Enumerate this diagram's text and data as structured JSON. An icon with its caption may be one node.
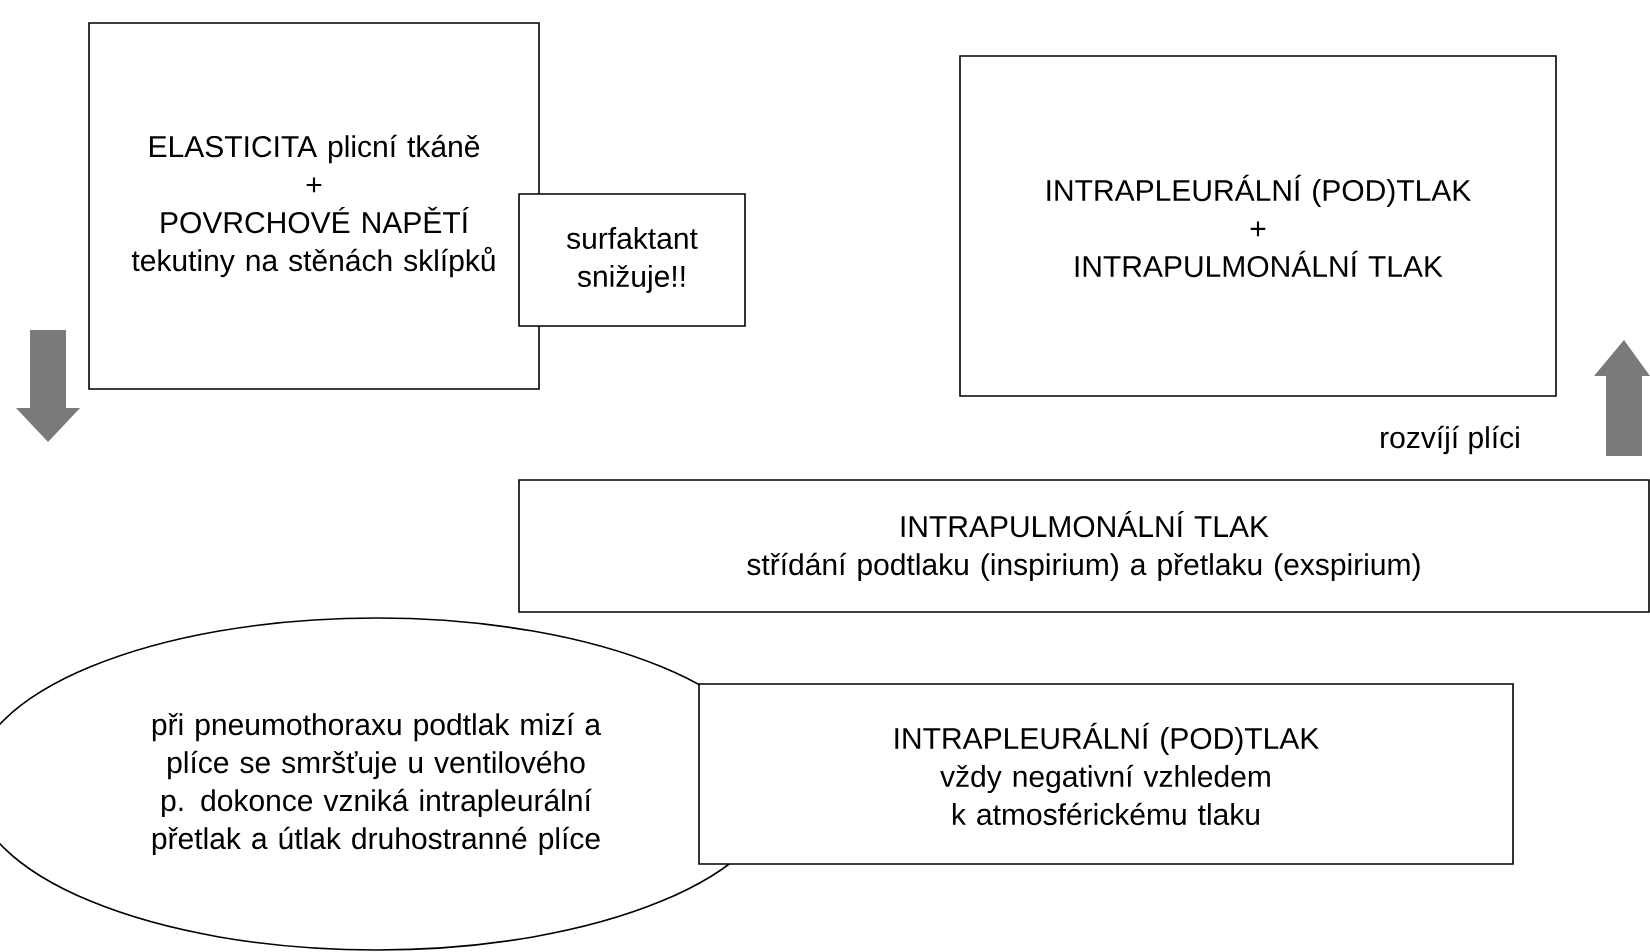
{
  "diagram": {
    "nodes": [
      {
        "text": [
          "ELASTICITA plicní tkáně",
          "+",
          "POVRCHOVÉ NAPĚTÍ tekutiny na stěnách sklípků"
        ]
      },
      {
        "text": [
          "surfaktant snižuje!!"
        ]
      },
      {
        "text": [
          "INTRAPLEURÁLNÍ (POD)TLAK",
          "+",
          "INTRAPULMONÁLNÍ TLAK"
        ]
      },
      {
        "text": [
          "INTRAPULMONÁLNÍ TLAK",
          "střídání podtlaku (inspirium) a přetlaku (exspirium)"
        ]
      },
      {
        "text": [
          "při pneumothoraxu podtlak mizí a plíce se smršťuje u ventilového p. dokonce vzniká intrapleurální přetlak a útlak druhostranné plíce"
        ]
      },
      {
        "text": [
          "INTRAPLEURÁLNÍ (POD)TLAK",
          "vždy negativní vzhledem k atmosférickému tlaku"
        ]
      }
    ],
    "labels": [
      "rozvíjí plíci"
    ]
  }
}
